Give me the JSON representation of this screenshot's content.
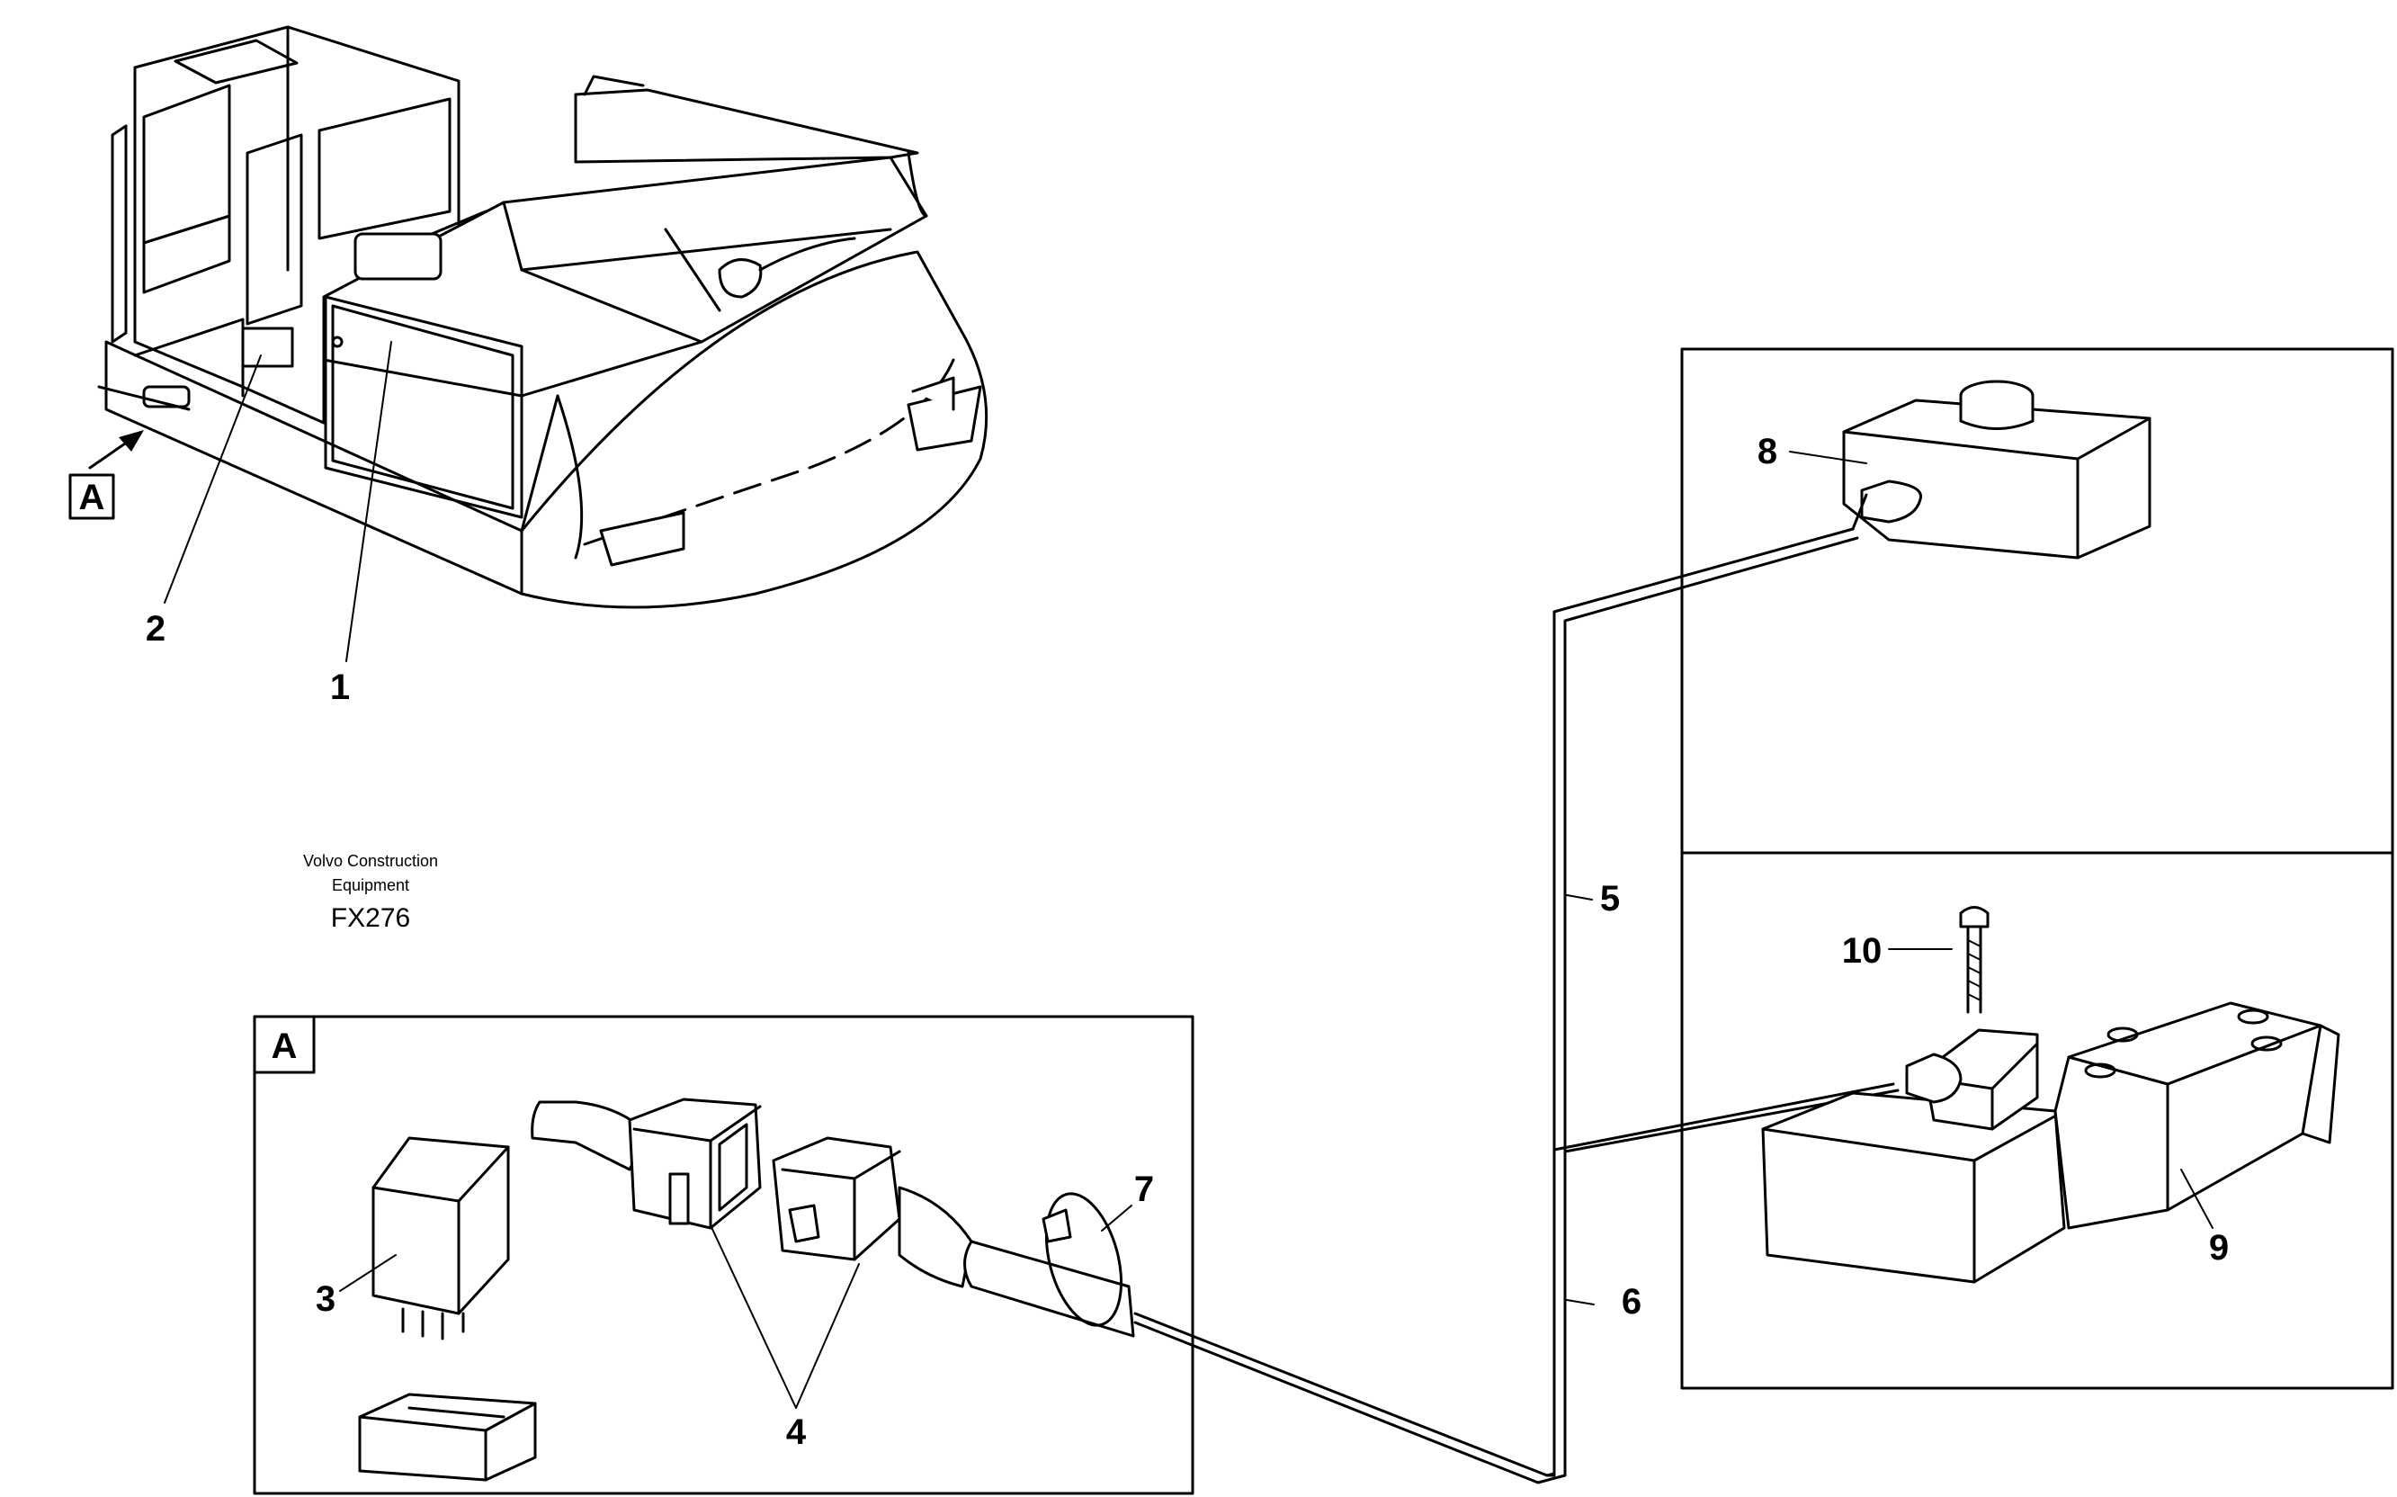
{
  "credit": {
    "line1": "Volvo Construction",
    "line2": "Equipment",
    "code": "FX276"
  },
  "view_marker": "A",
  "detail_label": "A",
  "callouts": {
    "c1": "1",
    "c2": "2",
    "c3": "3",
    "c4": "4",
    "c5": "5",
    "c6": "6",
    "c7": "7",
    "c8": "8",
    "c9": "9",
    "c10": "10"
  }
}
